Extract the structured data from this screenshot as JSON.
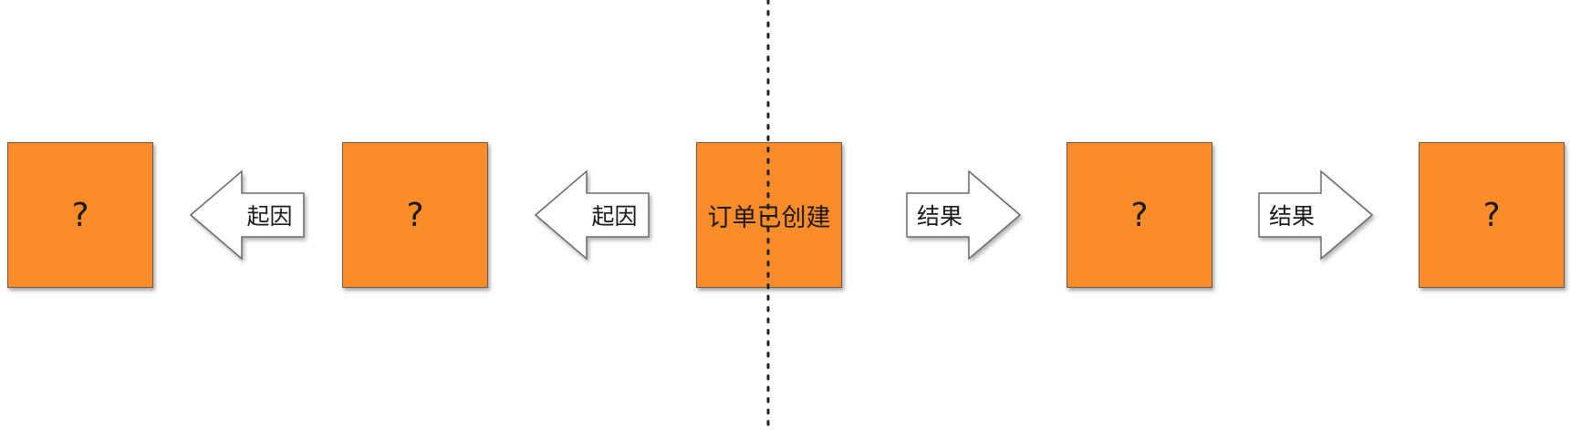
{
  "diagram": {
    "center": {
      "label": "订单已创建"
    },
    "cause_boxes": [
      {
        "label": "?"
      },
      {
        "label": "?"
      }
    ],
    "effect_boxes": [
      {
        "label": "?"
      },
      {
        "label": "?"
      }
    ],
    "cause_arrows": [
      {
        "label": "起因"
      },
      {
        "label": "起因"
      }
    ],
    "effect_arrows": [
      {
        "label": "结果"
      },
      {
        "label": "结果"
      }
    ],
    "colors": {
      "box_fill": "#fb8c2a",
      "box_border": "#6e5a4a",
      "arrow_fill": "#ffffff",
      "arrow_stroke": "#6a6a6a",
      "divider": "#222222"
    }
  }
}
